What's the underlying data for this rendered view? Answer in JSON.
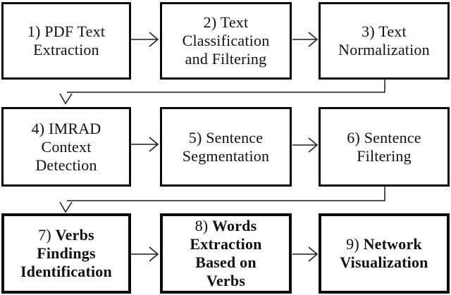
{
  "diagram": {
    "type": "flowchart-pipeline",
    "background_color": "#ffffff",
    "line_color": "#1a1a1a",
    "box_border_color": "#0a0a0a",
    "text_color": "#111111"
  },
  "steps": [
    {
      "id": 1,
      "num": "1)",
      "lines": [
        "PDF Text",
        "Extraction"
      ],
      "bold": false
    },
    {
      "id": 2,
      "num": "2)",
      "lines": [
        "Text",
        "Classification",
        "and Filtering"
      ],
      "bold": false
    },
    {
      "id": 3,
      "num": "3)",
      "lines": [
        "Text",
        "Normalization"
      ],
      "bold": false
    },
    {
      "id": 4,
      "num": "4)",
      "lines": [
        "IMRAD",
        "Context",
        "Detection"
      ],
      "bold": false
    },
    {
      "id": 5,
      "num": "5)",
      "lines": [
        "Sentence",
        "Segmentation"
      ],
      "bold": false
    },
    {
      "id": 6,
      "num": "6)",
      "lines": [
        "Sentence",
        "Filtering"
      ],
      "bold": false
    },
    {
      "id": 7,
      "num": "7)",
      "lines": [
        "Verbs",
        "Findings",
        "Identification"
      ],
      "bold": true
    },
    {
      "id": 8,
      "num": "8)",
      "lines": [
        "Words",
        "Extraction",
        "Based on",
        "Verbs"
      ],
      "bold": true
    },
    {
      "id": 9,
      "num": "9)",
      "lines": [
        "Network",
        "Visualization"
      ],
      "bold": true
    }
  ],
  "edges": [
    {
      "from": 1,
      "to": 2,
      "style": "straight-right-open-arrow"
    },
    {
      "from": 2,
      "to": 3,
      "style": "straight-right-open-arrow"
    },
    {
      "from": 3,
      "to": 4,
      "style": "elbow-down-left-down-open-arrow"
    },
    {
      "from": 4,
      "to": 5,
      "style": "straight-right-open-arrow"
    },
    {
      "from": 5,
      "to": 6,
      "style": "straight-right-open-arrow"
    },
    {
      "from": 6,
      "to": 7,
      "style": "elbow-down-left-down-open-arrow"
    },
    {
      "from": 7,
      "to": 8,
      "style": "straight-right-open-arrow"
    },
    {
      "from": 8,
      "to": 9,
      "style": "straight-right-open-arrow"
    }
  ]
}
